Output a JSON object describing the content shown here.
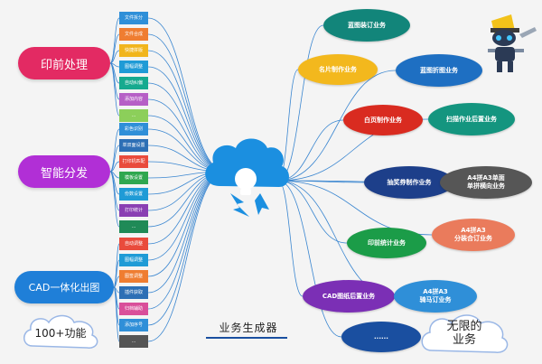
{
  "categories": {
    "pre_press": "印前处理",
    "smart_dispatch": "智能分发",
    "cad": "CAD一体化出图"
  },
  "pre_press_items": [
    {
      "label": "文件拆分",
      "color": "#2f8fd8"
    },
    {
      "label": "文件合成",
      "color": "#ef7d31"
    },
    {
      "label": "快捷拼版",
      "color": "#f1b51c"
    },
    {
      "label": "图幅调整",
      "color": "#1f9bd6"
    },
    {
      "label": "自动纠偏",
      "color": "#16aa8f"
    },
    {
      "label": "添加内容",
      "color": "#b65fc6"
    },
    {
      "label": "...",
      "color": "#8ccf5a"
    }
  ],
  "dispatch_items": [
    {
      "label": "彩色识别",
      "color": "#2f8fd8"
    },
    {
      "label": "单双面设置",
      "color": "#2d6fb5"
    },
    {
      "label": "打印机匹配",
      "color": "#e94b3c"
    },
    {
      "label": "模板设置",
      "color": "#2fa74f"
    },
    {
      "label": "份数设置",
      "color": "#1f9bd6"
    },
    {
      "label": "打印统计",
      "color": "#8a3fb3"
    },
    {
      "label": "...",
      "color": "#1f8a57"
    }
  ],
  "cad_items": [
    {
      "label": "自动调整",
      "color": "#e94b3c"
    },
    {
      "label": "图幅调整",
      "color": "#1f9bd6"
    },
    {
      "label": "图签调整",
      "color": "#ef7d31"
    },
    {
      "label": "插件获取",
      "color": "#2d6fb5"
    },
    {
      "label": "归档辅助",
      "color": "#d94f9a"
    },
    {
      "label": "添加序号",
      "color": "#2f8fd8"
    },
    {
      "label": "...",
      "color": "#555555"
    }
  ],
  "services": [
    {
      "label": "蓝图装订业务",
      "color": "#12857a"
    },
    {
      "label": "名片制作业务",
      "color": "#f3b81d"
    },
    {
      "label": "蓝图折图业务",
      "color": "#1e6fc2"
    },
    {
      "label": "白页制作业务",
      "color": "#d92b20"
    },
    {
      "label": "扫描作业后置业务",
      "color": "#14957f"
    },
    {
      "label": "抽奖券制作业务",
      "color": "#1d3f8a"
    },
    {
      "label": "A4拼A3单面\n单拼横向业务",
      "color": "#565656"
    },
    {
      "label": "A4拼A3\n分装合订业务",
      "color": "#ea7b5c"
    },
    {
      "label": "印前统计业务",
      "color": "#1b9c48"
    },
    {
      "label": "CAD图纸后置业务",
      "color": "#7b2fb5"
    },
    {
      "label": "A4拼A3\n骑马订业务",
      "color": "#2f8fd8"
    },
    {
      "label": "......",
      "color": "#1a4fa0"
    }
  ],
  "footer": {
    "functions": "100+功能",
    "generator": "业务生成器",
    "unlimited": "无限的\n业务"
  },
  "colors": {
    "pre_press": "#e32a63",
    "smart_dispatch": "#b12fd6",
    "cad": "#1f7fd8",
    "connector": "#3a86d0",
    "hub": "#1b8fe0"
  }
}
